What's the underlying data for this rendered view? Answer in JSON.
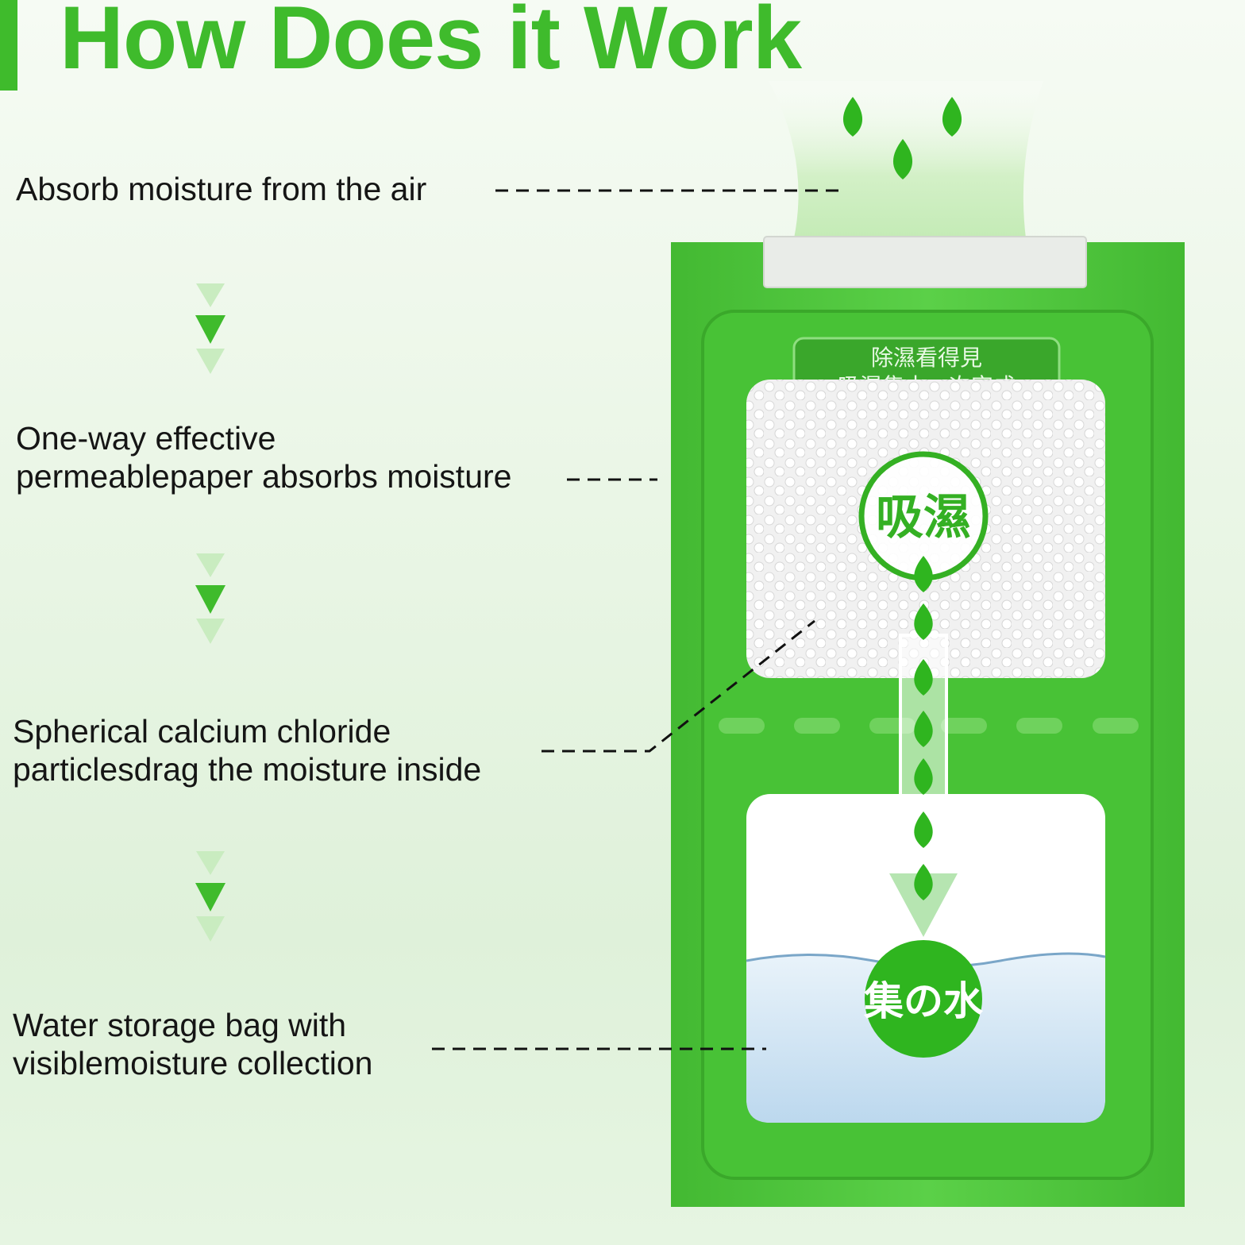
{
  "title": "How Does it Work",
  "steps": [
    {
      "line1": "Absorb moisture from the air",
      "line2": ""
    },
    {
      "line1": "One-way effective",
      "line2": "permeablepaper absorbs moisture"
    },
    {
      "line1": "Spherical calcium chloride",
      "line2": "particlesdrag the moisture inside"
    },
    {
      "line1": "Water storage bag with",
      "line2": "visiblemoisture collection"
    }
  ],
  "package": {
    "header_line1": "除濕看得見",
    "header_line2": "吸濕集水一次完成",
    "absorb_label": "吸濕",
    "collect_label": "集の水"
  },
  "colors": {
    "accent_green": "#3fbb2c",
    "bag_green": "#4cc43a",
    "dark_green": "#2d9e22",
    "water_blue": "#cfe3f3"
  },
  "icons": [
    "water-drop-icon",
    "down-chevron-icon",
    "down-arrow-icon"
  ]
}
